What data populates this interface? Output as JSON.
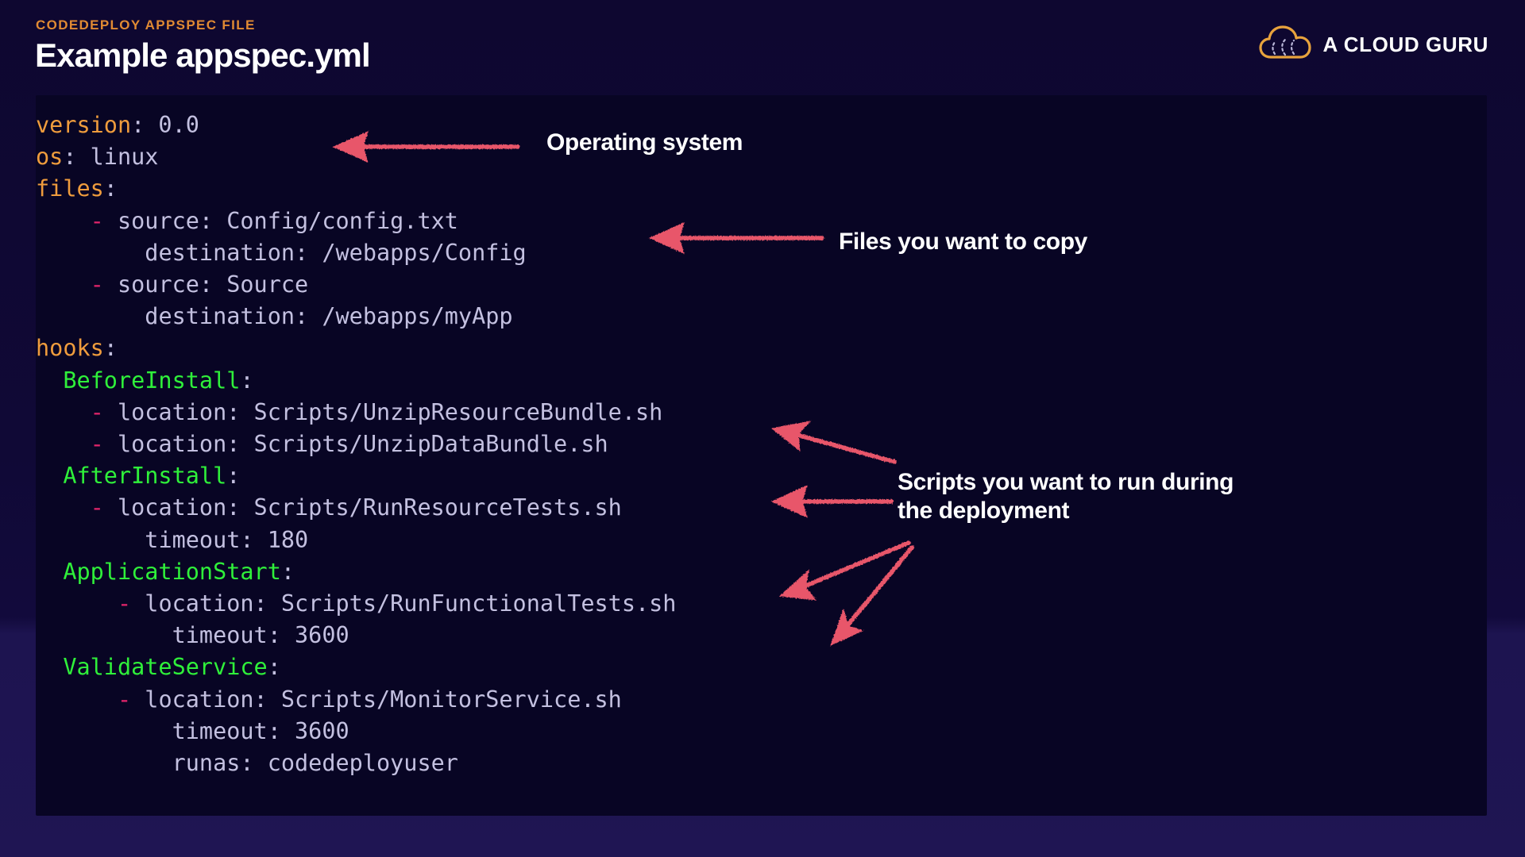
{
  "header": {
    "eyebrow": "CODEDEPLOY APPSPEC FILE",
    "title": "Example appspec.yml"
  },
  "brand": {
    "name": "A CLOUD GURU",
    "logo_icon": "cloud-icon",
    "logo_color": "#e8a33d"
  },
  "colors": {
    "background_top": "#0e0730",
    "background_bottom": "#1f1553",
    "code_panel": "#080524",
    "key": "#ef9c3d",
    "hook": "#2ff03a",
    "dash": "#e0246a",
    "value": "#c3c0e0",
    "arrow": "#e8566b",
    "eyebrow": "#e08a33",
    "text": "#ffffff"
  },
  "code": {
    "language": "yaml",
    "filename": "appspec.yml",
    "lines": [
      {
        "indent": 0,
        "key": "version",
        "sep": ": ",
        "value": "0.0"
      },
      {
        "indent": 0,
        "key": "os",
        "sep": ": ",
        "value": "linux"
      },
      {
        "indent": 0,
        "key": "files",
        "sep": ":",
        "value": ""
      },
      {
        "indent": 2,
        "dash": "- ",
        "plain": "source: Config/config.txt"
      },
      {
        "indent": 4,
        "plain": "destination: /webapps/Config"
      },
      {
        "indent": 2,
        "dash": "- ",
        "plain": "source: Source"
      },
      {
        "indent": 4,
        "plain": "destination: /webapps/myApp"
      },
      {
        "indent": 0,
        "key": "hooks",
        "sep": ":",
        "value": ""
      },
      {
        "indent": 1,
        "hook": "BeforeInstall",
        "sep": ":"
      },
      {
        "indent": 2,
        "dash": "- ",
        "plain": "location: Scripts/UnzipResourceBundle.sh"
      },
      {
        "indent": 2,
        "dash": "- ",
        "plain": "location: Scripts/UnzipDataBundle.sh"
      },
      {
        "indent": 1,
        "hook": "AfterInstall",
        "sep": ":"
      },
      {
        "indent": 2,
        "dash": "- ",
        "plain": "location: Scripts/RunResourceTests.sh"
      },
      {
        "indent": 4,
        "plain": "timeout: 180"
      },
      {
        "indent": 1,
        "hook": "ApplicationStart",
        "sep": ":"
      },
      {
        "indent": 3,
        "dash": "- ",
        "plain": "location: Scripts/RunFunctionalTests.sh"
      },
      {
        "indent": 5,
        "plain": "timeout: 3600"
      },
      {
        "indent": 1,
        "hook": "ValidateService",
        "sep": ":"
      },
      {
        "indent": 3,
        "dash": "- ",
        "plain": "location: Scripts/MonitorService.sh"
      },
      {
        "indent": 5,
        "plain": "timeout: 3600"
      },
      {
        "indent": 5,
        "plain": "runas: codedeployuser"
      }
    ]
  },
  "annotations": [
    {
      "id": "operating-system",
      "text": "Operating system"
    },
    {
      "id": "files-to-copy",
      "text": "Files you want to copy"
    },
    {
      "id": "scripts-to-run",
      "line1": "Scripts you want to run during",
      "line2": "the deployment"
    }
  ]
}
